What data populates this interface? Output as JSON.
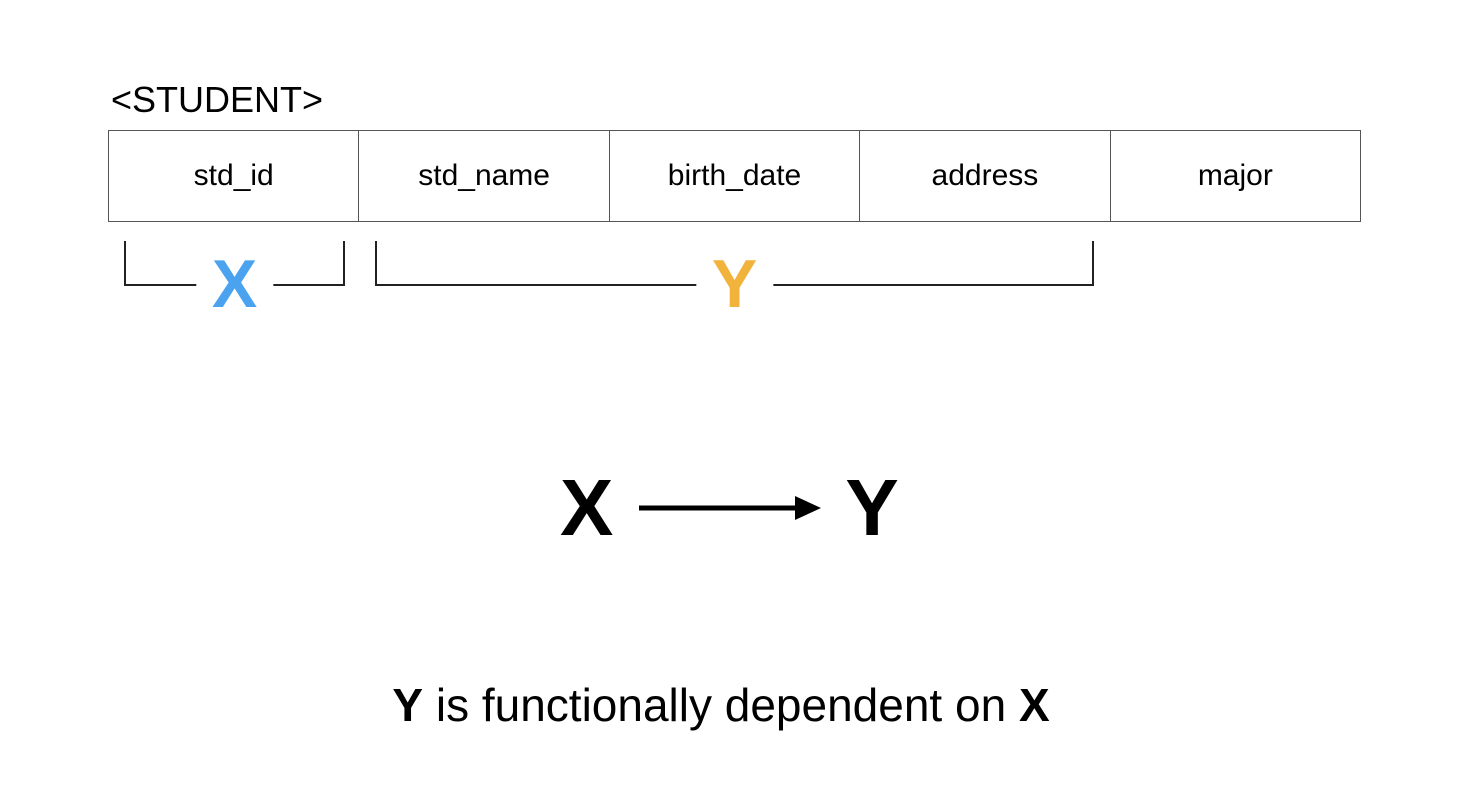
{
  "relation": {
    "name": "<STUDENT>",
    "attributes": [
      "std_id",
      "std_name",
      "birth_date",
      "address",
      "major"
    ]
  },
  "brackets": {
    "x": {
      "label": "X",
      "color": "#4ba3f0"
    },
    "y": {
      "label": "Y",
      "color": "#f2b33d"
    }
  },
  "dependency": {
    "determinant": "X",
    "dependent": "Y"
  },
  "caption": {
    "dependent": "Y",
    "text": " is functionally dependent on ",
    "determinant": "X"
  }
}
